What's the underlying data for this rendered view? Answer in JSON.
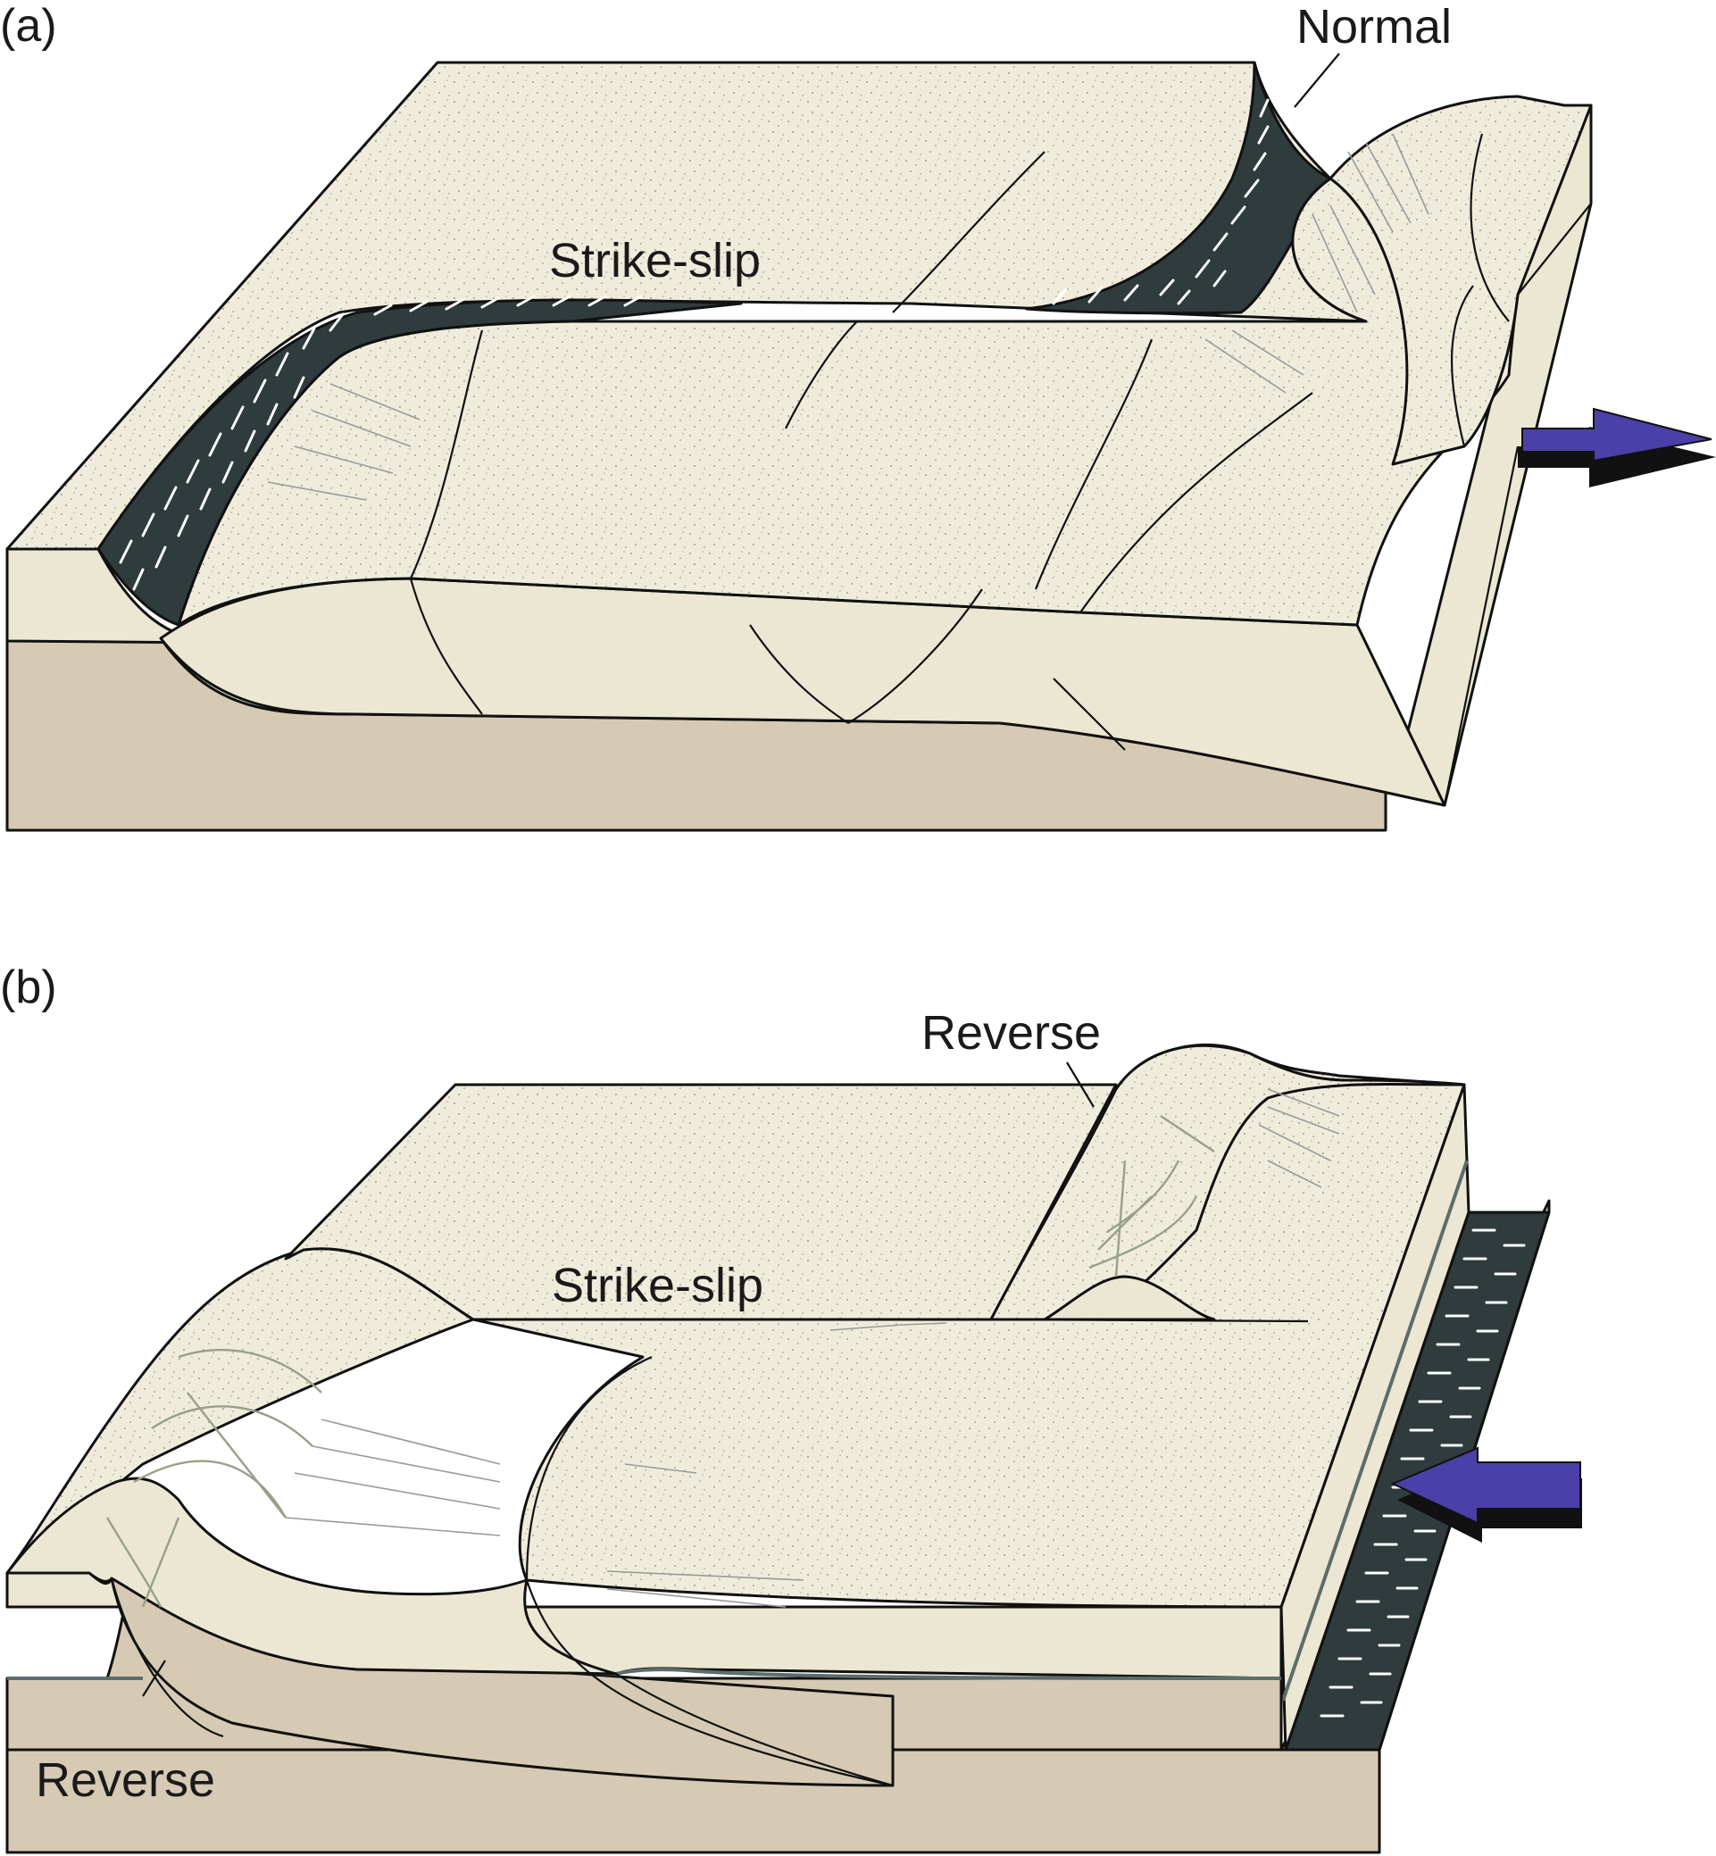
{
  "panels": [
    {
      "id": "a",
      "panel_label": "(a)",
      "fault_labels": {
        "normal": "Normal",
        "strike_slip": "Strike-slip"
      },
      "arrow_direction": "outward"
    },
    {
      "id": "b",
      "panel_label": "(b)",
      "fault_labels": {
        "reverse_top": "Reverse",
        "strike_slip": "Strike-slip",
        "reverse_bottom": "Reverse"
      },
      "arrow_direction": "inward"
    }
  ],
  "colors": {
    "surface": "#f0ecdc",
    "upper_layer": "#ece7d2",
    "lower_layer": "#d6cab4",
    "fault_scarp": "#2f3b3d",
    "arrow": "#4b3fa8",
    "arrow_shadow": "#111111"
  }
}
